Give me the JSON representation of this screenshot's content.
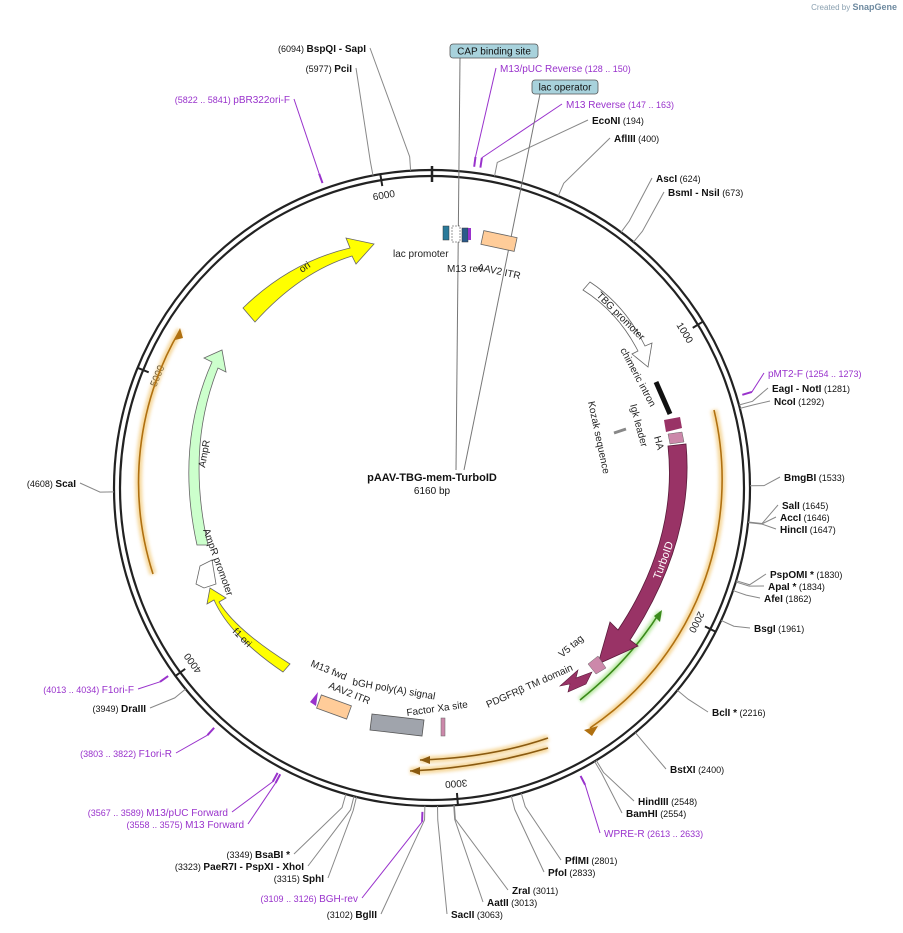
{
  "credit": {
    "prefix": "Created by",
    "brand": "SnapGene"
  },
  "plasmid": {
    "name": "pAAV-TBG-mem-TurboID",
    "size_label": "6160 bp",
    "length": 6160
  },
  "ticks": [
    {
      "pos": 1000,
      "label": "1000"
    },
    {
      "pos": 2000,
      "label": "2000"
    },
    {
      "pos": 3000,
      "label": "3000"
    },
    {
      "pos": 4000,
      "label": "4000"
    },
    {
      "pos": 5000,
      "label": "5000"
    },
    {
      "pos": 6000,
      "label": "6000"
    }
  ],
  "enzymes": [
    {
      "site": 6094,
      "pos_label": "(6094)",
      "names": "BspQI",
      "extra": "- SapI"
    },
    {
      "site": 5977,
      "pos_label": "(5977)",
      "names": "PciI"
    },
    {
      "site": 194,
      "pos_label": "(194)",
      "names": "EcoNI"
    },
    {
      "site": 400,
      "pos_label": "(400)",
      "names": "AflIII"
    },
    {
      "site": 624,
      "pos_label": "(624)",
      "names": "AscI"
    },
    {
      "site": 673,
      "pos_label": "(673)",
      "names": "BsmI",
      "extra": "- NsiI"
    },
    {
      "site": 1281,
      "pos_label": "(1281)",
      "names": "EagI",
      "extra": "- NotI"
    },
    {
      "site": 1292,
      "pos_label": "(1292)",
      "names": "NcoI"
    },
    {
      "site": 1533,
      "pos_label": "(1533)",
      "names": "BmgBI"
    },
    {
      "site": 1645,
      "pos_label": "(1645)",
      "names": "SalI"
    },
    {
      "site": 1646,
      "pos_label": "(1646)",
      "names": "AccI"
    },
    {
      "site": 1647,
      "pos_label": "(1647)",
      "names": "HincII"
    },
    {
      "site": 1830,
      "pos_label": "(1830)",
      "names": "PspOMI *"
    },
    {
      "site": 1834,
      "pos_label": "(1834)",
      "names": "ApaI *"
    },
    {
      "site": 1862,
      "pos_label": "(1862)",
      "names": "AfeI"
    },
    {
      "site": 1961,
      "pos_label": "(1961)",
      "names": "BsgI"
    },
    {
      "site": 2216,
      "pos_label": "(2216)",
      "names": "BclI *"
    },
    {
      "site": 2400,
      "pos_label": "(2400)",
      "names": "BstXI"
    },
    {
      "site": 2548,
      "pos_label": "(2548)",
      "names": "HindIII"
    },
    {
      "site": 2554,
      "pos_label": "(2554)",
      "names": "BamHI"
    },
    {
      "site": 2801,
      "pos_label": "(2801)",
      "names": "PflMI"
    },
    {
      "site": 2833,
      "pos_label": "(2833)",
      "names": "PfoI"
    },
    {
      "site": 3011,
      "pos_label": "(3011)",
      "names": "ZraI"
    },
    {
      "site": 3013,
      "pos_label": "(3013)",
      "names": "AatII"
    },
    {
      "site": 3063,
      "pos_label": "(3063)",
      "names": "SacII"
    },
    {
      "site": 3102,
      "pos_label": "(3102)",
      "names": "BglII"
    },
    {
      "site": 3315,
      "pos_label": "(3315)",
      "names": "SphI"
    },
    {
      "site": 3323,
      "pos_label": "(3323)",
      "names": "PaeR7I",
      "extra": "- PspXI   - XhoI"
    },
    {
      "site": 3349,
      "pos_label": "(3349)",
      "names": "BsaBI *"
    },
    {
      "site": 3949,
      "pos_label": "(3949)",
      "names": "DraIII"
    },
    {
      "site": 4608,
      "pos_label": "(4608)",
      "names": "ScaI"
    }
  ],
  "primers": [
    {
      "site": 128,
      "name": "M13/pUC Reverse",
      "range": "(128 .. 150)"
    },
    {
      "site": 147,
      "name": "M13 Reverse",
      "range": "(147 .. 163)"
    },
    {
      "site": 5822,
      "name": "pBR322ori-F",
      "range": "(5822 .. 5841)"
    },
    {
      "site": 1254,
      "name": "pMT2-F",
      "range": "(1254 .. 1273)"
    },
    {
      "site": 2613,
      "name": "WPRE-R",
      "range": "(2613 .. 2633)"
    },
    {
      "site": 3109,
      "name": "BGH-rev",
      "range": "(3109 .. 3126)"
    },
    {
      "site": 3558,
      "name": "M13 Forward",
      "range": "(3558 .. 3575)"
    },
    {
      "site": 3567,
      "name": "M13/pUC Forward",
      "range": "(3567 .. 3589)"
    },
    {
      "site": 3803,
      "name": "F1ori-R",
      "range": "(3803 .. 3822)"
    },
    {
      "site": 4013,
      "name": "F1ori-F",
      "range": "(4013 .. 4034)"
    }
  ],
  "boxed_labels": [
    {
      "name": "CAP binding site",
      "site": 88
    },
    {
      "name": "lac operator",
      "site": 115
    }
  ],
  "features": [
    {
      "name": "lac promoter",
      "label": "lac promoter"
    },
    {
      "name": "M13 rev",
      "label": "M13 rev"
    },
    {
      "name": "AAV2 ITR",
      "label": "AAV2 ITR"
    },
    {
      "name": "TBG promoter",
      "label": "TBG promoter"
    },
    {
      "name": "chimeric intron",
      "label": "chimeric intron"
    },
    {
      "name": "Kozak sequence",
      "label": "Kozak sequence"
    },
    {
      "name": "Igk leader",
      "label": "Igk leader"
    },
    {
      "name": "HA",
      "label": "HA"
    },
    {
      "name": "TurboID",
      "label": "TurboID"
    },
    {
      "name": "V5 tag",
      "label": "V5 tag"
    },
    {
      "name": "PDGFRβ TM domain",
      "label": "PDGFRβ TM domain"
    },
    {
      "name": "Factor Xa site",
      "label": "Factor Xa site"
    },
    {
      "name": "bGH poly(A) signal",
      "label": "bGH poly(A) signal"
    },
    {
      "name": "M13 fwd",
      "label": "M13 fwd"
    },
    {
      "name": "AAV2 ITR 2",
      "label": "AAV2 ITR"
    },
    {
      "name": "f1 ori",
      "label": "f1 ori"
    },
    {
      "name": "AmpR promoter",
      "label": "AmpR promoter"
    },
    {
      "name": "AmpR",
      "label": "AmpR"
    },
    {
      "name": "ori",
      "label": "ori"
    }
  ],
  "colors": {
    "backbone": "#222222",
    "enzyme_line": "#888888",
    "primer": "#9932cc",
    "boxed_fill": "#a8d2dc",
    "ori": "#ffff00",
    "ampr": "#ccffcc",
    "turboid": "#993366",
    "itr": "#ffcc99",
    "orf_arrow": "#e6a030"
  }
}
